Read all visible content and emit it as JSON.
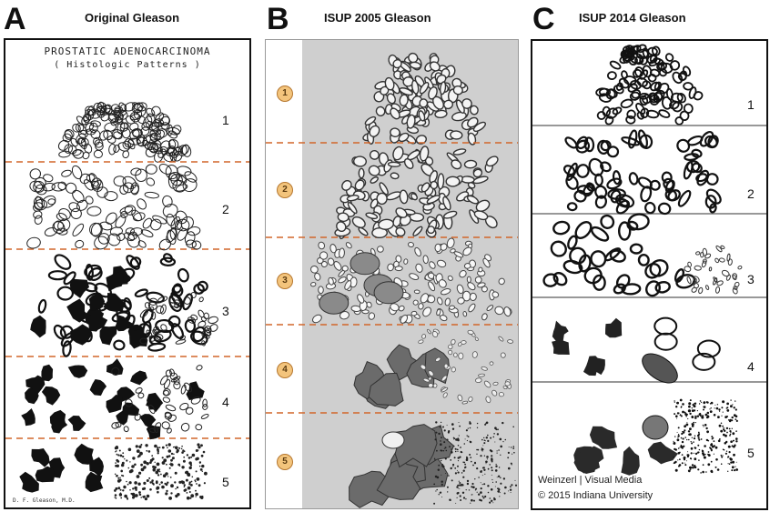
{
  "panels": [
    {
      "letter": "A",
      "title": "Original Gleason"
    },
    {
      "letter": "B",
      "title": "ISUP 2005 Gleason"
    },
    {
      "letter": "C",
      "title": "ISUP 2014 Gleason"
    }
  ],
  "panel_a": {
    "heading_line1": "PROSTATIC ADENOCARCINOMA",
    "heading_line2": "( Histologic Patterns )",
    "grades": [
      "1",
      "2",
      "3",
      "4",
      "5"
    ],
    "credit": "D. F. Gleason, M.D."
  },
  "panel_b": {
    "grades": [
      "1",
      "2",
      "3",
      "4",
      "5"
    ]
  },
  "panel_c": {
    "grades": [
      "1",
      "2",
      "3",
      "4",
      "5"
    ],
    "credit_line1": "Weinzerl | Visual Media",
    "credit_line2": "© 2015 Indiana University"
  },
  "colors": {
    "divider_dashed": "#d2662a",
    "divider_solid": "#777777",
    "stroma_gray": "#cfcfcf",
    "tumor_gray": "#6b6b6b",
    "grade_circle_fill": "#f3c47c"
  }
}
